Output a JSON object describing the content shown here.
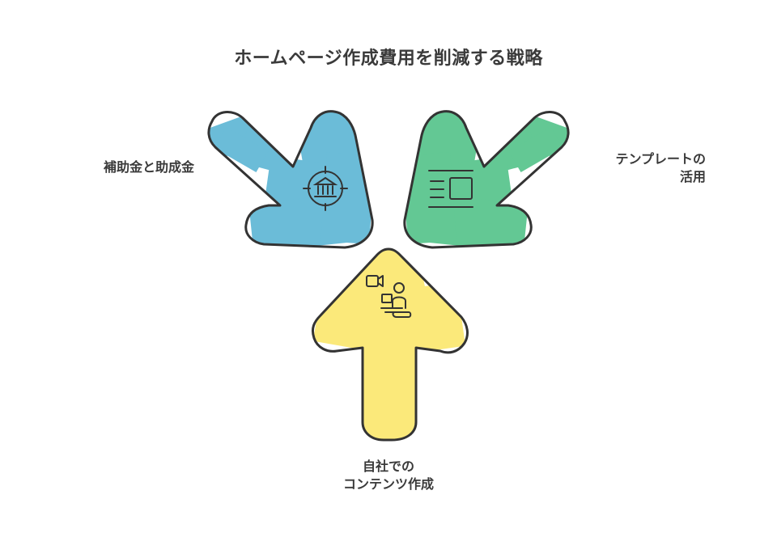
{
  "title": "ホームページ作成費用を削減する戦略",
  "strategies": [
    {
      "id": "subsidy",
      "label_lines": [
        "補助金と助成金"
      ],
      "color": "#6bbcd8",
      "icon": "bank-icon"
    },
    {
      "id": "template",
      "label_lines": [
        "テンプレートの",
        "活用"
      ],
      "color": "#63c894",
      "icon": "layout-template-icon"
    },
    {
      "id": "inhouse",
      "label_lines": [
        "自社での",
        "コンテンツ作成"
      ],
      "color": "#fbe97a",
      "icon": "content-creator-icon"
    }
  ],
  "colors": {
    "outline": "#333333",
    "text": "#3a3a3a"
  }
}
